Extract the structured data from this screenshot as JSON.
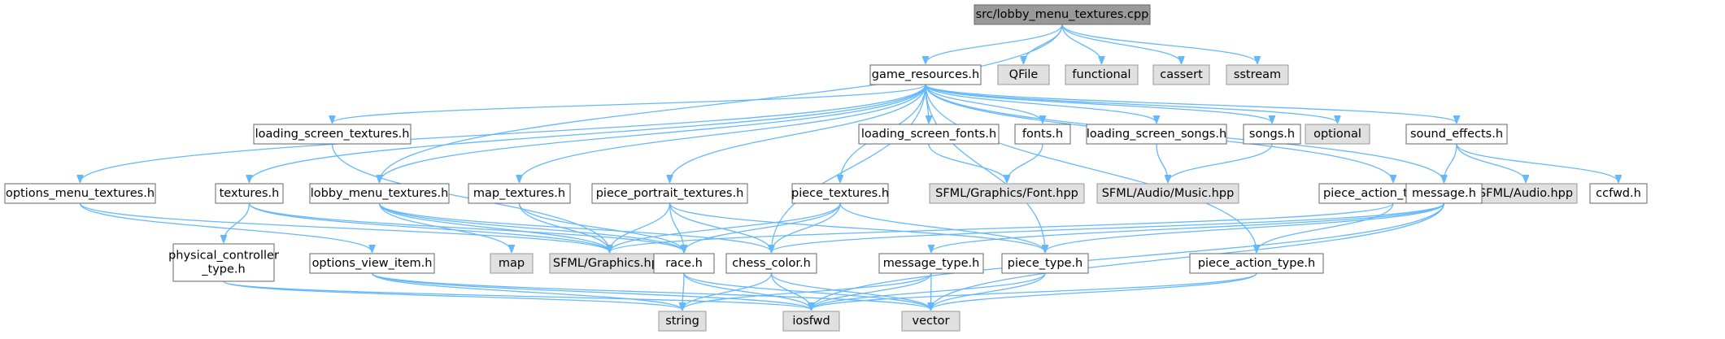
{
  "graph": {
    "nodes": [
      {
        "id": "root",
        "lines": [
          "src/lobby_menu_textures.cpp"
        ],
        "kind": "root"
      },
      {
        "id": "game_resources",
        "lines": [
          "game_resources.h"
        ],
        "kind": "internal"
      },
      {
        "id": "qfile",
        "lines": [
          "QFile"
        ],
        "kind": "external"
      },
      {
        "id": "functional",
        "lines": [
          "functional"
        ],
        "kind": "external"
      },
      {
        "id": "cassert",
        "lines": [
          "cassert"
        ],
        "kind": "external"
      },
      {
        "id": "sstream",
        "lines": [
          "sstream"
        ],
        "kind": "external"
      },
      {
        "id": "optional",
        "lines": [
          "optional"
        ],
        "kind": "external"
      },
      {
        "id": "loading_screen_textures",
        "lines": [
          "loading_screen_textures.h"
        ],
        "kind": "internal"
      },
      {
        "id": "loading_screen_fonts",
        "lines": [
          "loading_screen_fonts.h"
        ],
        "kind": "internal"
      },
      {
        "id": "fonts",
        "lines": [
          "fonts.h"
        ],
        "kind": "internal"
      },
      {
        "id": "loading_screen_songs",
        "lines": [
          "loading_screen_songs.h"
        ],
        "kind": "internal"
      },
      {
        "id": "songs",
        "lines": [
          "songs.h"
        ],
        "kind": "internal"
      },
      {
        "id": "sound_effects",
        "lines": [
          "sound_effects.h"
        ],
        "kind": "internal"
      },
      {
        "id": "sfml_font",
        "lines": [
          "SFML/Graphics/Font.hpp"
        ],
        "kind": "external"
      },
      {
        "id": "sfml_music",
        "lines": [
          "SFML/Audio/Music.hpp"
        ],
        "kind": "external"
      },
      {
        "id": "sfml_audio",
        "lines": [
          "SFML/Audio.hpp"
        ],
        "kind": "external"
      },
      {
        "id": "ccfwd",
        "lines": [
          "ccfwd.h"
        ],
        "kind": "internal"
      },
      {
        "id": "options_menu_textures",
        "lines": [
          "options_menu_textures.h"
        ],
        "kind": "internal"
      },
      {
        "id": "textures",
        "lines": [
          "textures.h"
        ],
        "kind": "internal"
      },
      {
        "id": "lobby_menu_textures",
        "lines": [
          "lobby_menu_textures.h"
        ],
        "kind": "internal"
      },
      {
        "id": "map_textures",
        "lines": [
          "map_textures.h"
        ],
        "kind": "internal"
      },
      {
        "id": "piece_portrait_textures",
        "lines": [
          "piece_portrait_textures.h"
        ],
        "kind": "internal"
      },
      {
        "id": "piece_textures",
        "lines": [
          "piece_textures.h"
        ],
        "kind": "internal"
      },
      {
        "id": "piece_action_textures",
        "lines": [
          "piece_action_textures.h"
        ],
        "kind": "internal"
      },
      {
        "id": "message",
        "lines": [
          "message.h"
        ],
        "kind": "internal"
      },
      {
        "id": "physical_controller_type",
        "lines": [
          "physical_controller",
          "_type.h"
        ],
        "kind": "internal"
      },
      {
        "id": "options_view_item",
        "lines": [
          "options_view_item.h"
        ],
        "kind": "internal"
      },
      {
        "id": "map",
        "lines": [
          "map"
        ],
        "kind": "external"
      },
      {
        "id": "sfml_graphics",
        "lines": [
          "SFML/Graphics.hpp"
        ],
        "kind": "external"
      },
      {
        "id": "race",
        "lines": [
          "race.h"
        ],
        "kind": "internal"
      },
      {
        "id": "chess_color",
        "lines": [
          "chess_color.h"
        ],
        "kind": "internal"
      },
      {
        "id": "message_type",
        "lines": [
          "message_type.h"
        ],
        "kind": "internal"
      },
      {
        "id": "piece_type",
        "lines": [
          "piece_type.h"
        ],
        "kind": "internal"
      },
      {
        "id": "piece_action_type",
        "lines": [
          "piece_action_type.h"
        ],
        "kind": "internal"
      },
      {
        "id": "string",
        "lines": [
          "string"
        ],
        "kind": "external"
      },
      {
        "id": "iosfwd",
        "lines": [
          "iosfwd"
        ],
        "kind": "external"
      },
      {
        "id": "vector",
        "lines": [
          "vector"
        ],
        "kind": "external"
      }
    ],
    "edges": [
      [
        "root",
        "game_resources"
      ],
      [
        "root",
        "qfile"
      ],
      [
        "root",
        "functional"
      ],
      [
        "root",
        "cassert"
      ],
      [
        "root",
        "sstream"
      ],
      [
        "root",
        "lobby_menu_textures"
      ],
      [
        "game_resources",
        "loading_screen_textures"
      ],
      [
        "game_resources",
        "loading_screen_fonts"
      ],
      [
        "game_resources",
        "fonts"
      ],
      [
        "game_resources",
        "loading_screen_songs"
      ],
      [
        "game_resources",
        "songs"
      ],
      [
        "game_resources",
        "sound_effects"
      ],
      [
        "game_resources",
        "optional"
      ],
      [
        "game_resources",
        "options_menu_textures"
      ],
      [
        "game_resources",
        "textures"
      ],
      [
        "game_resources",
        "lobby_menu_textures"
      ],
      [
        "game_resources",
        "map_textures"
      ],
      [
        "game_resources",
        "piece_portrait_textures"
      ],
      [
        "game_resources",
        "piece_textures"
      ],
      [
        "game_resources",
        "piece_action_textures"
      ],
      [
        "game_resources",
        "message"
      ],
      [
        "game_resources",
        "chess_color"
      ],
      [
        "game_resources",
        "piece_type"
      ],
      [
        "game_resources",
        "piece_action_type"
      ],
      [
        "loading_screen_textures",
        "sfml_graphics"
      ],
      [
        "loading_screen_fonts",
        "sfml_font"
      ],
      [
        "fonts",
        "sfml_font"
      ],
      [
        "loading_screen_songs",
        "sfml_music"
      ],
      [
        "songs",
        "sfml_music"
      ],
      [
        "sound_effects",
        "message"
      ],
      [
        "sound_effects",
        "sfml_audio"
      ],
      [
        "sound_effects",
        "ccfwd"
      ],
      [
        "options_menu_textures",
        "sfml_graphics"
      ],
      [
        "options_menu_textures",
        "options_view_item"
      ],
      [
        "textures",
        "physical_controller_type"
      ],
      [
        "textures",
        "sfml_graphics"
      ],
      [
        "textures",
        "race"
      ],
      [
        "lobby_menu_textures",
        "map"
      ],
      [
        "lobby_menu_textures",
        "sfml_graphics"
      ],
      [
        "lobby_menu_textures",
        "race"
      ],
      [
        "lobby_menu_textures",
        "chess_color"
      ],
      [
        "map_textures",
        "sfml_graphics"
      ],
      [
        "map_textures",
        "race"
      ],
      [
        "piece_portrait_textures",
        "sfml_graphics"
      ],
      [
        "piece_portrait_textures",
        "race"
      ],
      [
        "piece_portrait_textures",
        "chess_color"
      ],
      [
        "piece_portrait_textures",
        "piece_type"
      ],
      [
        "piece_textures",
        "sfml_graphics"
      ],
      [
        "piece_textures",
        "race"
      ],
      [
        "piece_textures",
        "chess_color"
      ],
      [
        "piece_textures",
        "piece_type"
      ],
      [
        "piece_action_textures",
        "sfml_graphics"
      ],
      [
        "piece_action_textures",
        "piece_action_type"
      ],
      [
        "message",
        "chess_color"
      ],
      [
        "message",
        "message_type"
      ],
      [
        "message",
        "piece_type"
      ],
      [
        "message",
        "iosfwd"
      ],
      [
        "message",
        "vector"
      ],
      [
        "physical_controller_type",
        "string"
      ],
      [
        "physical_controller_type",
        "iosfwd"
      ],
      [
        "options_view_item",
        "string"
      ],
      [
        "options_view_item",
        "iosfwd"
      ],
      [
        "options_view_item",
        "vector"
      ],
      [
        "race",
        "string"
      ],
      [
        "race",
        "iosfwd"
      ],
      [
        "race",
        "vector"
      ],
      [
        "chess_color",
        "string"
      ],
      [
        "chess_color",
        "iosfwd"
      ],
      [
        "chess_color",
        "vector"
      ],
      [
        "message_type",
        "string"
      ],
      [
        "message_type",
        "iosfwd"
      ],
      [
        "message_type",
        "vector"
      ],
      [
        "piece_type",
        "iosfwd"
      ],
      [
        "piece_type",
        "vector"
      ],
      [
        "piece_action_type",
        "iosfwd"
      ],
      [
        "piece_action_type",
        "vector"
      ]
    ]
  }
}
